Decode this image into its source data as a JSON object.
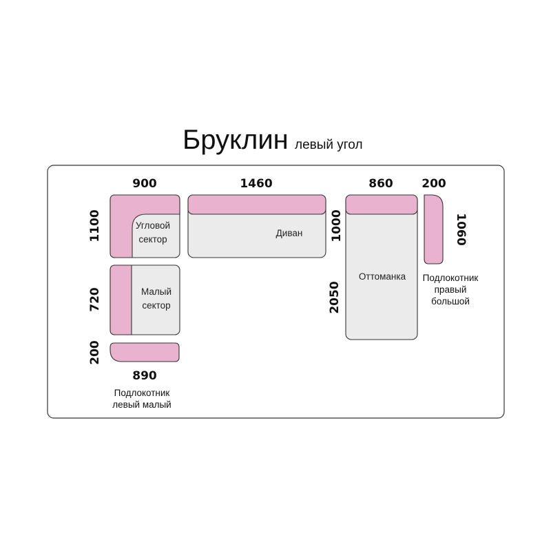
{
  "title": {
    "main": "Бруклин",
    "sub": "левый угол"
  },
  "colors": {
    "upholstery_accent": "#e9b3cf",
    "seat": "#ebebeb",
    "outline": "#333333"
  },
  "modules": {
    "corner": {
      "label_line1": "Угловой",
      "label_line2": "сектор",
      "width": "900",
      "depth": "1100"
    },
    "sofa": {
      "label": "Диван",
      "width": "1460",
      "depth": "1000"
    },
    "ottoman": {
      "label": "Оттоманка",
      "width": "860",
      "depth": "2050"
    },
    "armrest_right": {
      "width": "200",
      "depth": "1060",
      "caption_line1": "Подлокотник",
      "caption_line2": "правый",
      "caption_line3": "большой"
    },
    "small": {
      "label_line1": "Малый",
      "label_line2": "сектор",
      "depth": "720"
    },
    "armrest_left": {
      "depth": "200",
      "width": "890",
      "caption_line1": "Подлокотник",
      "caption_line2": "левый малый"
    }
  }
}
